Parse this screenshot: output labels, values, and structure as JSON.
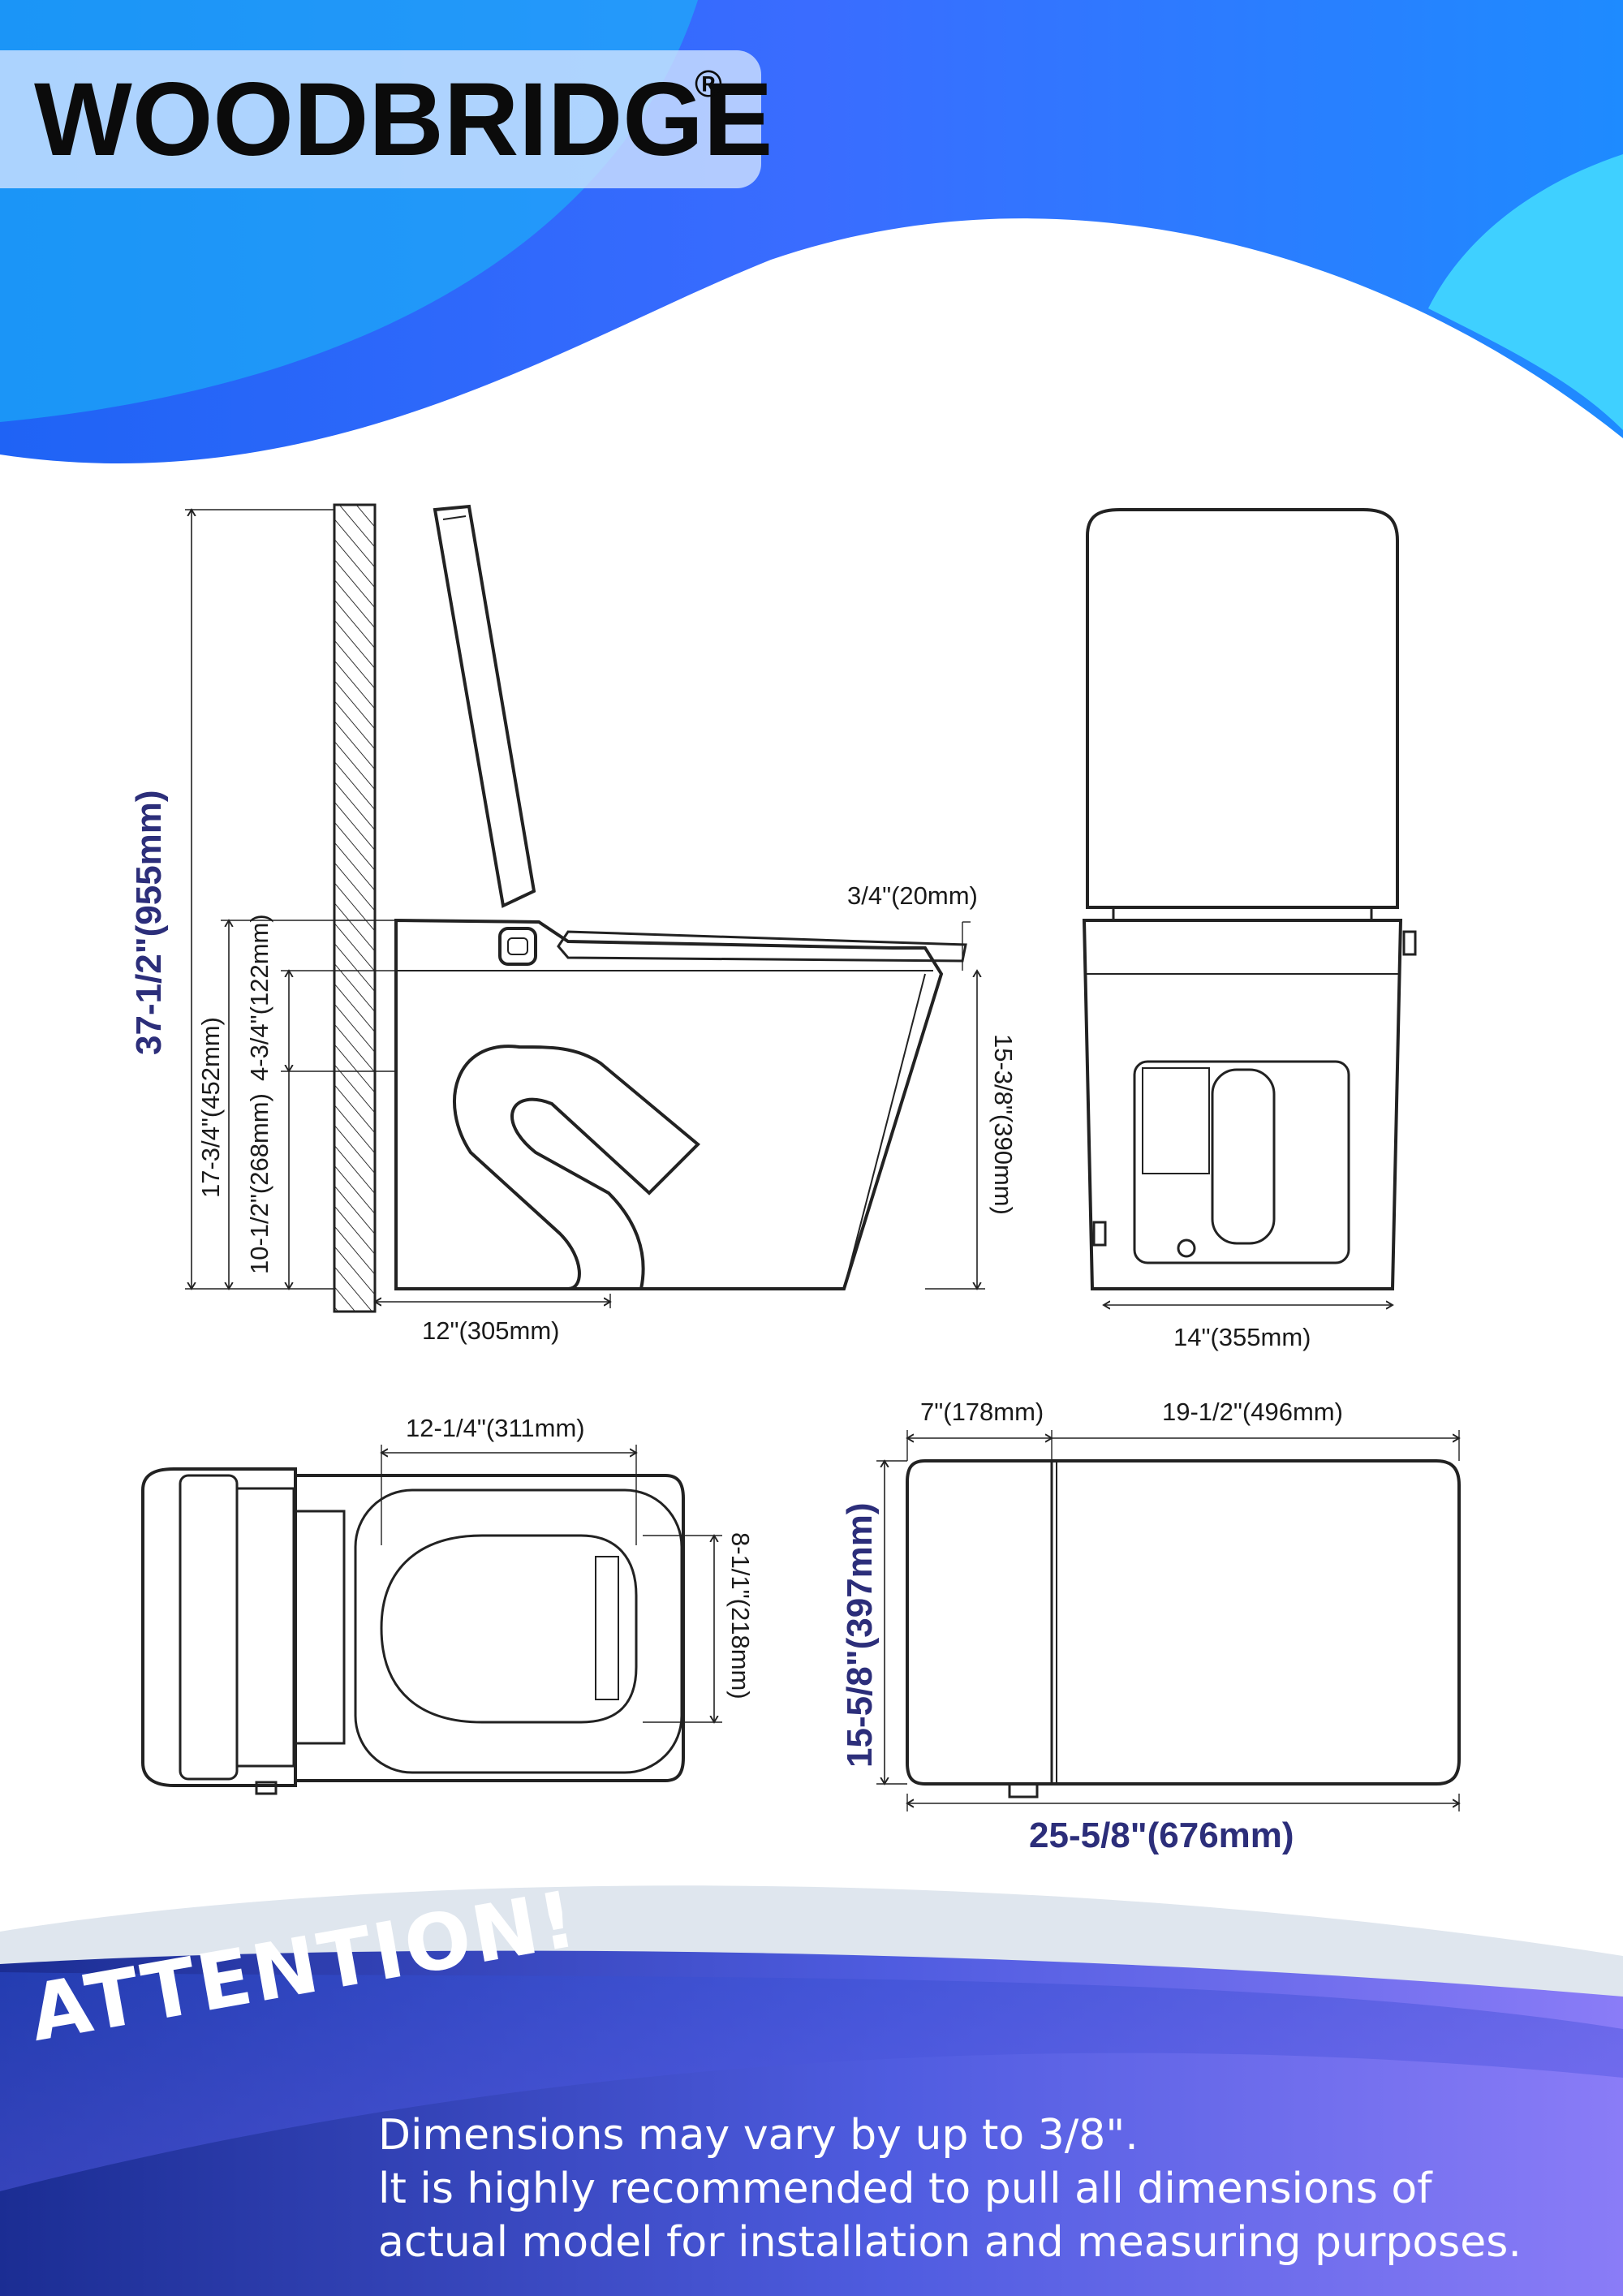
{
  "brand": {
    "name": "WOODBRIDGE",
    "mark": "®"
  },
  "side_view": {
    "overall_height": "37-1/2\"(955mm)",
    "seat_height": "17-3/4\"(452mm)",
    "gap_upper": "4-3/4\"(122mm)",
    "gap_lower": "10-1/2\"(268mm)",
    "seat_thickness": "3/4\"(20mm)",
    "body_height": "15-3/8\"(390mm)",
    "rough_in": "12\"(305mm)"
  },
  "front_view": {
    "width": "14\"(355mm)"
  },
  "top_view": {
    "bowl_length": "12-1/4\"(311mm)",
    "bowl_width": "8-1/1\"(218mm)"
  },
  "plan_view": {
    "tank_depth": "7\"(178mm)",
    "bowl_depth": "19-1/2\"(496mm)",
    "overall_width": "15-5/8\"(397mm)",
    "overall_length": "25-5/8\"(676mm)"
  },
  "attention": {
    "title": "ATTENTION!",
    "lines": [
      "Dimensions may vary by up to 3/8\".",
      "lt is highly recommended to pull all dimensions of",
      "actual model for installation and measuring purposes."
    ]
  },
  "colors": {
    "header_blue": "#2f6bff",
    "accent_cyan": "#3ec7ff",
    "footer_navy": "#1d2f9a",
    "footer_violet": "#7a6cf4",
    "dimension_navy": "#2c2e7a"
  }
}
